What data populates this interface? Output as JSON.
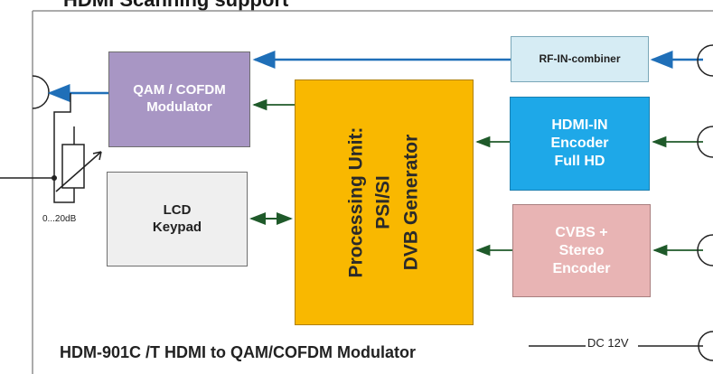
{
  "diagram": {
    "top_title": "HDMI Scanning support",
    "footer_title": "HDM-901C /T HDMI to QAM/COFDM Modulator",
    "attenuator_range": "0...20dB",
    "dc_input": "DC 12V",
    "blocks": {
      "qam": "QAM / COFDM\nModulator",
      "lcd": "LCD\nKeypad",
      "processing": "Processing Unit:\nPSI/SI\nDVB Generator",
      "rf_combiner": "RF-IN-combiner",
      "hdmi_encoder": "HDMI-IN\nEncoder\nFull HD",
      "cvbs_encoder": "CVBS +\nStereo\nEncoder"
    },
    "colors": {
      "qam": "#a896c4",
      "processing": "#f9b800",
      "hdmi": "#1ea8e8",
      "cvbs": "#e8b4b4",
      "rf": "#d6ecf4",
      "lcd": "#efefef",
      "rf_signal_arrow": "#1f6fb8",
      "internal_arrow": "#1f5a2a"
    }
  }
}
